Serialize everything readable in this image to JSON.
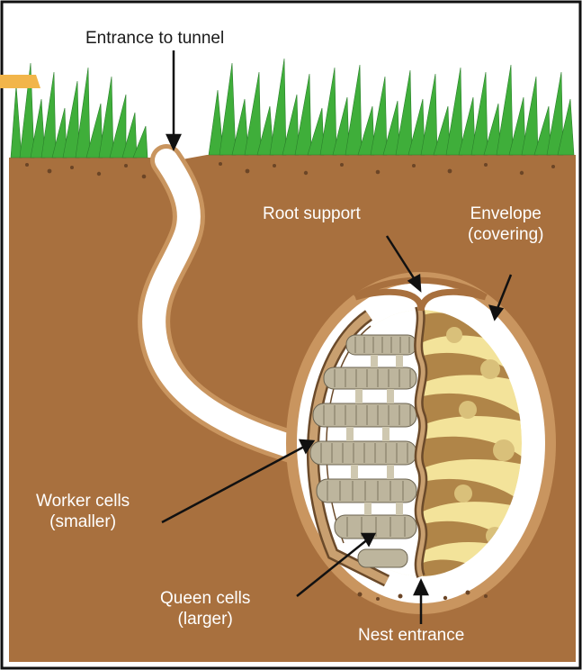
{
  "labels": {
    "entrance_to_tunnel": "Entrance to tunnel",
    "root_support": "Root support",
    "envelope": {
      "line1": "Envelope",
      "line2": "(covering)"
    },
    "worker_cells": {
      "line1": "Worker cells",
      "line2": "(smaller)"
    },
    "queen_cells": {
      "line1": "Queen cells",
      "line2": "(larger)"
    },
    "nest_entrance": "Nest entrance"
  },
  "colors": {
    "soil": "#a8703e",
    "soil_edge": "#c9955f",
    "grass": "#3fae3a",
    "tunnel": "#ffffff",
    "envelope_light": "#f3e39a",
    "envelope_dark": "#b08548",
    "comb": "#bdb59d",
    "frame": "#6b4a2a",
    "accent": "#f2b54a"
  }
}
